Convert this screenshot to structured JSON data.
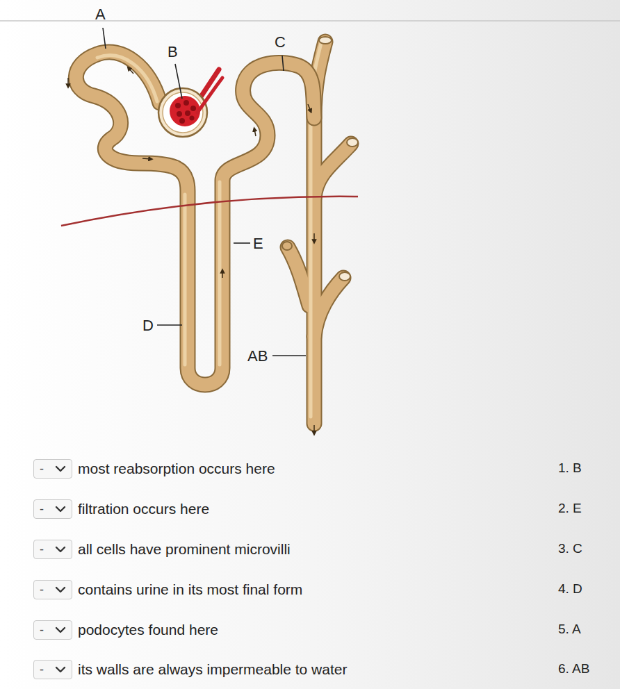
{
  "diagram": {
    "nodes": [
      {
        "text": [
          "-"
        ]
      },
      {
        "text": [
          "-"
        ]
      },
      {
        "text": [
          "-"
        ]
      },
      {
        "text": [
          "-"
        ]
      },
      {
        "text": [
          "-"
        ]
      },
      {
        "text": [
          "-"
        ]
      }
    ],
    "labels": [
      "A",
      "B",
      "C",
      "E",
      "D",
      "AB",
      "most reabsorption occurs here",
      "filtration occurs here",
      "all cells have prominent microvilli",
      "contains urine in its most final form",
      "podocytes found here",
      "its walls are always impermeable to water",
      "1. B",
      "2. E",
      "3. C",
      "4. D",
      "5. A",
      "6. AB"
    ]
  }
}
